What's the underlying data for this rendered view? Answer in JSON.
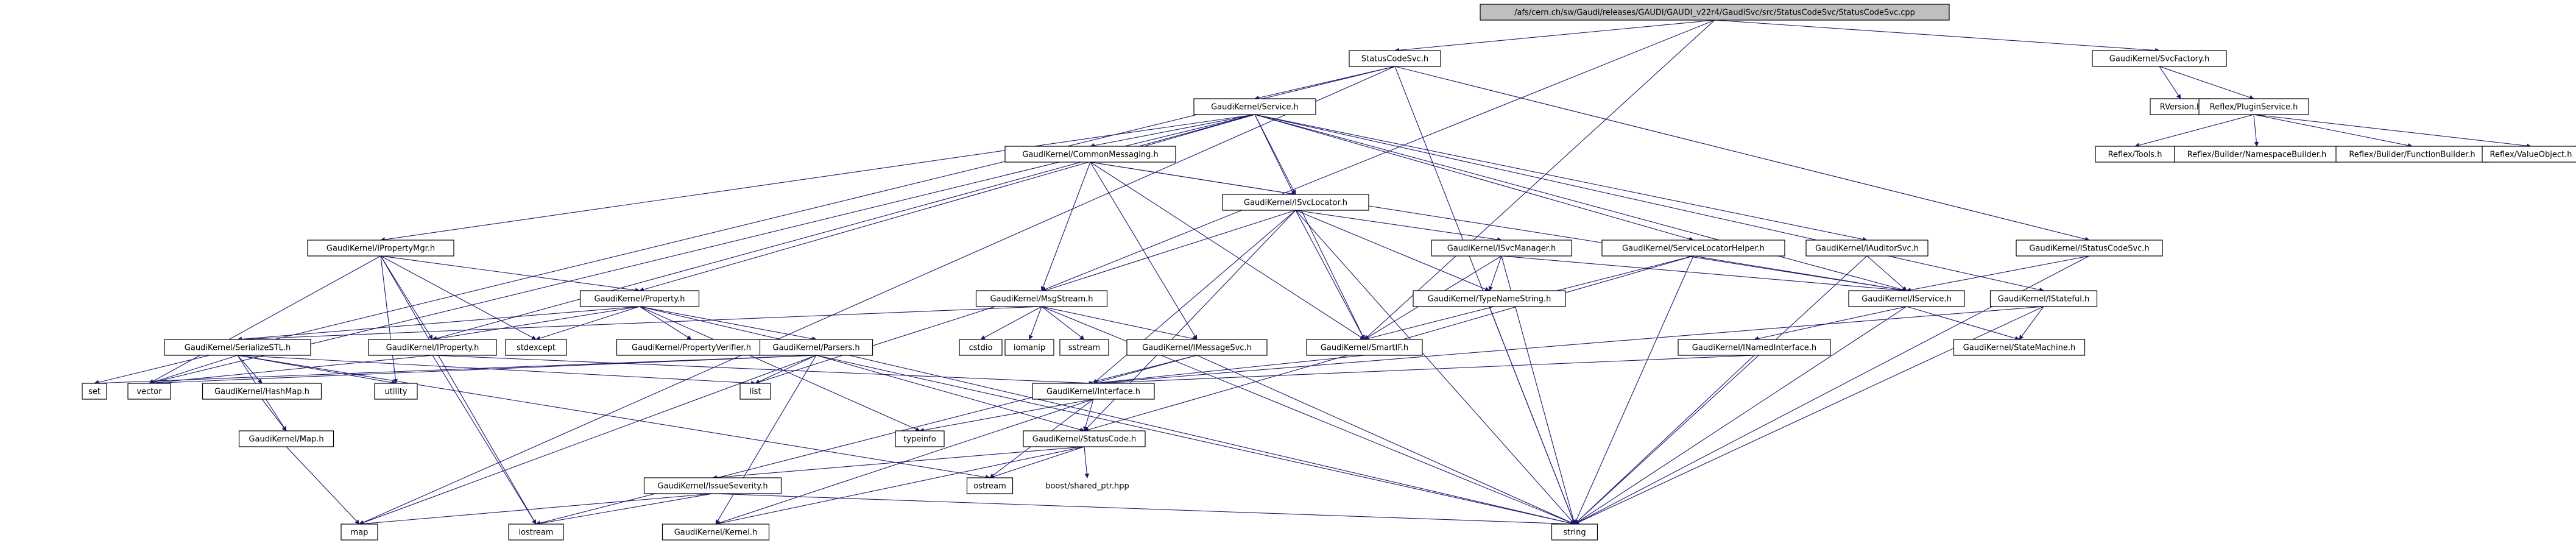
{
  "colors": {
    "root_fill": "#bfbfbf",
    "node_border_black": "#000000",
    "node_border_red": "#ff0000",
    "edge": "#191970",
    "text": "#000000"
  },
  "nodes": [
    {
      "id": "root",
      "label": "/afs/cern.ch/sw/Gaudi/releases/GAUDI/GAUDI_v22r4/GaudiSvc/src/StatusCodeSvc/StatusCodeSvc.cpp",
      "style": "root"
    },
    {
      "id": "scsvch",
      "label": "StatusCodeSvc.h",
      "style": "black"
    },
    {
      "id": "svcfactory",
      "label": "GaudiKernel/SvcFactory.h",
      "style": "black"
    },
    {
      "id": "service",
      "label": "GaudiKernel/Service.h",
      "style": "black"
    },
    {
      "id": "rversion",
      "label": "RVersion.h",
      "style": "black"
    },
    {
      "id": "pluginsvc",
      "label": "Reflex/PluginService.h",
      "style": "black"
    },
    {
      "id": "commonmsg",
      "label": "GaudiKernel/CommonMessaging.h",
      "style": "red"
    },
    {
      "id": "tools",
      "label": "Reflex/Tools.h",
      "style": "red"
    },
    {
      "id": "nsbuilder",
      "label": "Reflex/Builder/NamespaceBuilder.h",
      "style": "red"
    },
    {
      "id": "fnbuilder",
      "label": "Reflex/Builder/FunctionBuilder.h",
      "style": "red"
    },
    {
      "id": "valueobj",
      "label": "Reflex/ValueObject.h",
      "style": "red"
    },
    {
      "id": "isvclocator",
      "label": "GaudiKernel/ISvcLocator.h",
      "style": "black"
    },
    {
      "id": "ipropmgr",
      "label": "GaudiKernel/IPropertyMgr.h",
      "style": "black"
    },
    {
      "id": "isvcmanager",
      "label": "GaudiKernel/ISvcManager.h",
      "style": "red"
    },
    {
      "id": "svclochelper",
      "label": "GaudiKernel/ServiceLocatorHelper.h",
      "style": "black"
    },
    {
      "id": "iauditorsvc",
      "label": "GaudiKernel/IAuditorSvc.h",
      "style": "red"
    },
    {
      "id": "istatuscodesvc",
      "label": "GaudiKernel/IStatusCodeSvc.h",
      "style": "black"
    },
    {
      "id": "property",
      "label": "GaudiKernel/Property.h",
      "style": "red"
    },
    {
      "id": "msgstream",
      "label": "GaudiKernel/MsgStream.h",
      "style": "black"
    },
    {
      "id": "typenamestring",
      "label": "GaudiKernel/TypeNameString.h",
      "style": "black"
    },
    {
      "id": "iservice",
      "label": "GaudiKernel/IService.h",
      "style": "black"
    },
    {
      "id": "istateful",
      "label": "GaudiKernel/IStateful.h",
      "style": "black"
    },
    {
      "id": "serializestl",
      "label": "GaudiKernel/SerializeSTL.h",
      "style": "black"
    },
    {
      "id": "iproperty",
      "label": "GaudiKernel/IProperty.h",
      "style": "black"
    },
    {
      "id": "stdexcept",
      "label": "stdexcept",
      "style": "black"
    },
    {
      "id": "propverifier",
      "label": "GaudiKernel/PropertyVerifier.h",
      "style": "red"
    },
    {
      "id": "parsers",
      "label": "GaudiKernel/Parsers.h",
      "style": "red"
    },
    {
      "id": "cstdio",
      "label": "cstdio",
      "style": "black"
    },
    {
      "id": "iomanip",
      "label": "iomanip",
      "style": "black"
    },
    {
      "id": "sstream",
      "label": "sstream",
      "style": "black"
    },
    {
      "id": "imessagesvc",
      "label": "GaudiKernel/IMessageSvc.h",
      "style": "black"
    },
    {
      "id": "smartif",
      "label": "GaudiKernel/SmartIF.h",
      "style": "black"
    },
    {
      "id": "inamedinterface",
      "label": "GaudiKernel/INamedInterface.h",
      "style": "black"
    },
    {
      "id": "statemachine",
      "label": "GaudiKernel/StateMachine.h",
      "style": "red"
    },
    {
      "id": "set",
      "label": "set",
      "style": "black"
    },
    {
      "id": "vector",
      "label": "vector",
      "style": "black"
    },
    {
      "id": "hashmap",
      "label": "GaudiKernel/HashMap.h",
      "style": "red"
    },
    {
      "id": "utility",
      "label": "utility",
      "style": "black"
    },
    {
      "id": "list",
      "label": "list",
      "style": "black"
    },
    {
      "id": "interface",
      "label": "GaudiKernel/Interface.h",
      "style": "red"
    },
    {
      "id": "map_h",
      "label": "GaudiKernel/Map.h",
      "style": "red"
    },
    {
      "id": "typeinfo",
      "label": "typeinfo",
      "style": "black"
    },
    {
      "id": "statuscode",
      "label": "GaudiKernel/StatusCode.h",
      "style": "black"
    },
    {
      "id": "issueseverity",
      "label": "GaudiKernel/IssueSeverity.h",
      "style": "black"
    },
    {
      "id": "ostream",
      "label": "ostream",
      "style": "black"
    },
    {
      "id": "sharedptr",
      "label": "boost/shared_ptr.hpp",
      "style": "plain"
    },
    {
      "id": "map",
      "label": "map",
      "style": "black"
    },
    {
      "id": "iostream",
      "label": "iostream",
      "style": "black"
    },
    {
      "id": "kernel",
      "label": "GaudiKernel/Kernel.h",
      "style": "black"
    },
    {
      "id": "string",
      "label": "string",
      "style": "black"
    }
  ],
  "edges": [
    [
      "root",
      "scsvch"
    ],
    [
      "root",
      "svcfactory"
    ],
    [
      "root",
      "msgstream"
    ],
    [
      "root",
      "smartif"
    ],
    [
      "svcfactory",
      "rversion"
    ],
    [
      "svcfactory",
      "pluginsvc"
    ],
    [
      "pluginsvc",
      "tools"
    ],
    [
      "pluginsvc",
      "nsbuilder"
    ],
    [
      "pluginsvc",
      "fnbuilder"
    ],
    [
      "pluginsvc",
      "valueobj"
    ],
    [
      "scsvch",
      "service"
    ],
    [
      "scsvch",
      "istatuscodesvc"
    ],
    [
      "scsvch",
      "set"
    ],
    [
      "scsvch",
      "map"
    ],
    [
      "scsvch",
      "string"
    ],
    [
      "service",
      "commonmsg"
    ],
    [
      "service",
      "isvclocator"
    ],
    [
      "service",
      "ipropmgr"
    ],
    [
      "service",
      "svclochelper"
    ],
    [
      "service",
      "iauditorsvc"
    ],
    [
      "service",
      "istateful"
    ],
    [
      "service",
      "property"
    ],
    [
      "service",
      "iproperty"
    ],
    [
      "service",
      "iservice"
    ],
    [
      "service",
      "smartif"
    ],
    [
      "service",
      "vector"
    ],
    [
      "commonmsg",
      "msgstream"
    ],
    [
      "commonmsg",
      "imessagesvc"
    ],
    [
      "commonmsg",
      "isvclocator"
    ],
    [
      "commonmsg",
      "iservice"
    ],
    [
      "commonmsg",
      "smartif"
    ],
    [
      "isvclocator",
      "isvcmanager"
    ],
    [
      "isvclocator",
      "typenamestring"
    ],
    [
      "isvclocator",
      "smartif"
    ],
    [
      "isvclocator",
      "interface"
    ],
    [
      "isvclocator",
      "statuscode"
    ],
    [
      "isvclocator",
      "string"
    ],
    [
      "isvclocator",
      "list"
    ],
    [
      "isvcmanager",
      "iservice"
    ],
    [
      "isvcmanager",
      "typenamestring"
    ],
    [
      "isvcmanager",
      "smartif"
    ],
    [
      "isvcmanager",
      "string"
    ],
    [
      "svclochelper",
      "iservice"
    ],
    [
      "svclochelper",
      "smartif"
    ],
    [
      "svclochelper",
      "string"
    ],
    [
      "svclochelper",
      "statuscode"
    ],
    [
      "iauditorsvc",
      "iservice"
    ],
    [
      "iauditorsvc",
      "string"
    ],
    [
      "istatuscodesvc",
      "iservice"
    ],
    [
      "istatuscodesvc",
      "string"
    ],
    [
      "ipropmgr",
      "property"
    ],
    [
      "ipropmgr",
      "iproperty"
    ],
    [
      "ipropmgr",
      "stdexcept"
    ],
    [
      "ipropmgr",
      "vector"
    ],
    [
      "ipropmgr",
      "utility"
    ],
    [
      "ipropmgr",
      "iostream"
    ],
    [
      "property",
      "iproperty"
    ],
    [
      "property",
      "propverifier"
    ],
    [
      "property",
      "parsers"
    ],
    [
      "property",
      "stdexcept"
    ],
    [
      "property",
      "string"
    ],
    [
      "property",
      "typeinfo"
    ],
    [
      "property",
      "serializestl"
    ],
    [
      "msgstream",
      "imessagesvc"
    ],
    [
      "msgstream",
      "serializestl"
    ],
    [
      "msgstream",
      "cstdio"
    ],
    [
      "msgstream",
      "iomanip"
    ],
    [
      "msgstream",
      "sstream"
    ],
    [
      "msgstream",
      "string"
    ],
    [
      "typenamestring",
      "string"
    ],
    [
      "iservice",
      "inamedinterface"
    ],
    [
      "iservice",
      "statemachine"
    ],
    [
      "iservice",
      "string"
    ],
    [
      "istateful",
      "statemachine"
    ],
    [
      "istateful",
      "interface"
    ],
    [
      "istateful",
      "string"
    ],
    [
      "serializestl",
      "vector"
    ],
    [
      "serializestl",
      "hashmap"
    ],
    [
      "serializestl",
      "map_h"
    ],
    [
      "serializestl",
      "list"
    ],
    [
      "serializestl",
      "utility"
    ],
    [
      "serializestl",
      "ostream"
    ],
    [
      "iproperty",
      "interface"
    ],
    [
      "iproperty",
      "vector"
    ],
    [
      "iproperty",
      "iostream"
    ],
    [
      "parsers",
      "vector"
    ],
    [
      "parsers",
      "list"
    ],
    [
      "parsers",
      "set"
    ],
    [
      "parsers",
      "map"
    ],
    [
      "parsers",
      "string"
    ],
    [
      "parsers",
      "statuscode"
    ],
    [
      "parsers",
      "kernel"
    ],
    [
      "imessagesvc",
      "interface"
    ],
    [
      "imessagesvc",
      "iostream"
    ],
    [
      "imessagesvc",
      "string"
    ],
    [
      "inamedinterface",
      "interface"
    ],
    [
      "inamedinterface",
      "string"
    ],
    [
      "smartif",
      "interface"
    ],
    [
      "hashmap",
      "map_h"
    ],
    [
      "map_h",
      "map"
    ],
    [
      "interface",
      "typeinfo"
    ],
    [
      "interface",
      "statuscode"
    ],
    [
      "interface",
      "ostream"
    ],
    [
      "interface",
      "kernel"
    ],
    [
      "statuscode",
      "issueseverity"
    ],
    [
      "statuscode",
      "ostream"
    ],
    [
      "statuscode",
      "sharedptr"
    ],
    [
      "statuscode",
      "kernel"
    ],
    [
      "issueseverity",
      "map"
    ],
    [
      "issueseverity",
      "string"
    ],
    [
      "issueseverity",
      "iostream"
    ]
  ]
}
